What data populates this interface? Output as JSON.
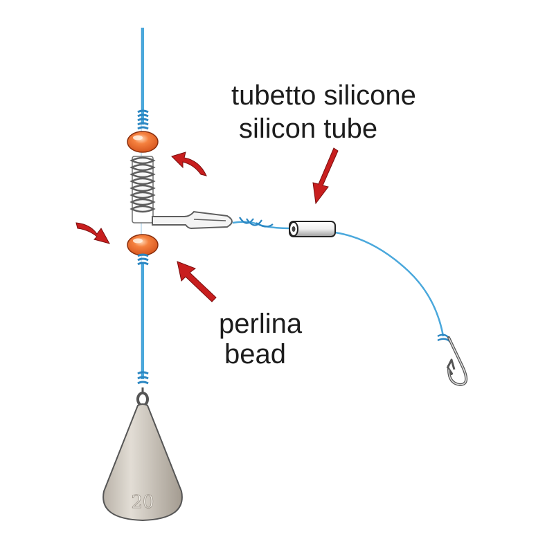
{
  "labels": {
    "tube_it": "tubetto silicone",
    "tube_en": "silicon tube",
    "bead_it": "perlina",
    "bead_en": "bead",
    "sinker_weight": "20"
  },
  "colors": {
    "line": "#4aa8dc",
    "line_dark": "#1f7fb8",
    "bead": "#ef6a2c",
    "bead_highlight": "#ffd9b8",
    "arrow": "#c81e1e",
    "sinker": "#d8d2c9",
    "sinker_shadow": "#a49d93",
    "wire": "#707070",
    "hook": "#6b6b6b"
  }
}
